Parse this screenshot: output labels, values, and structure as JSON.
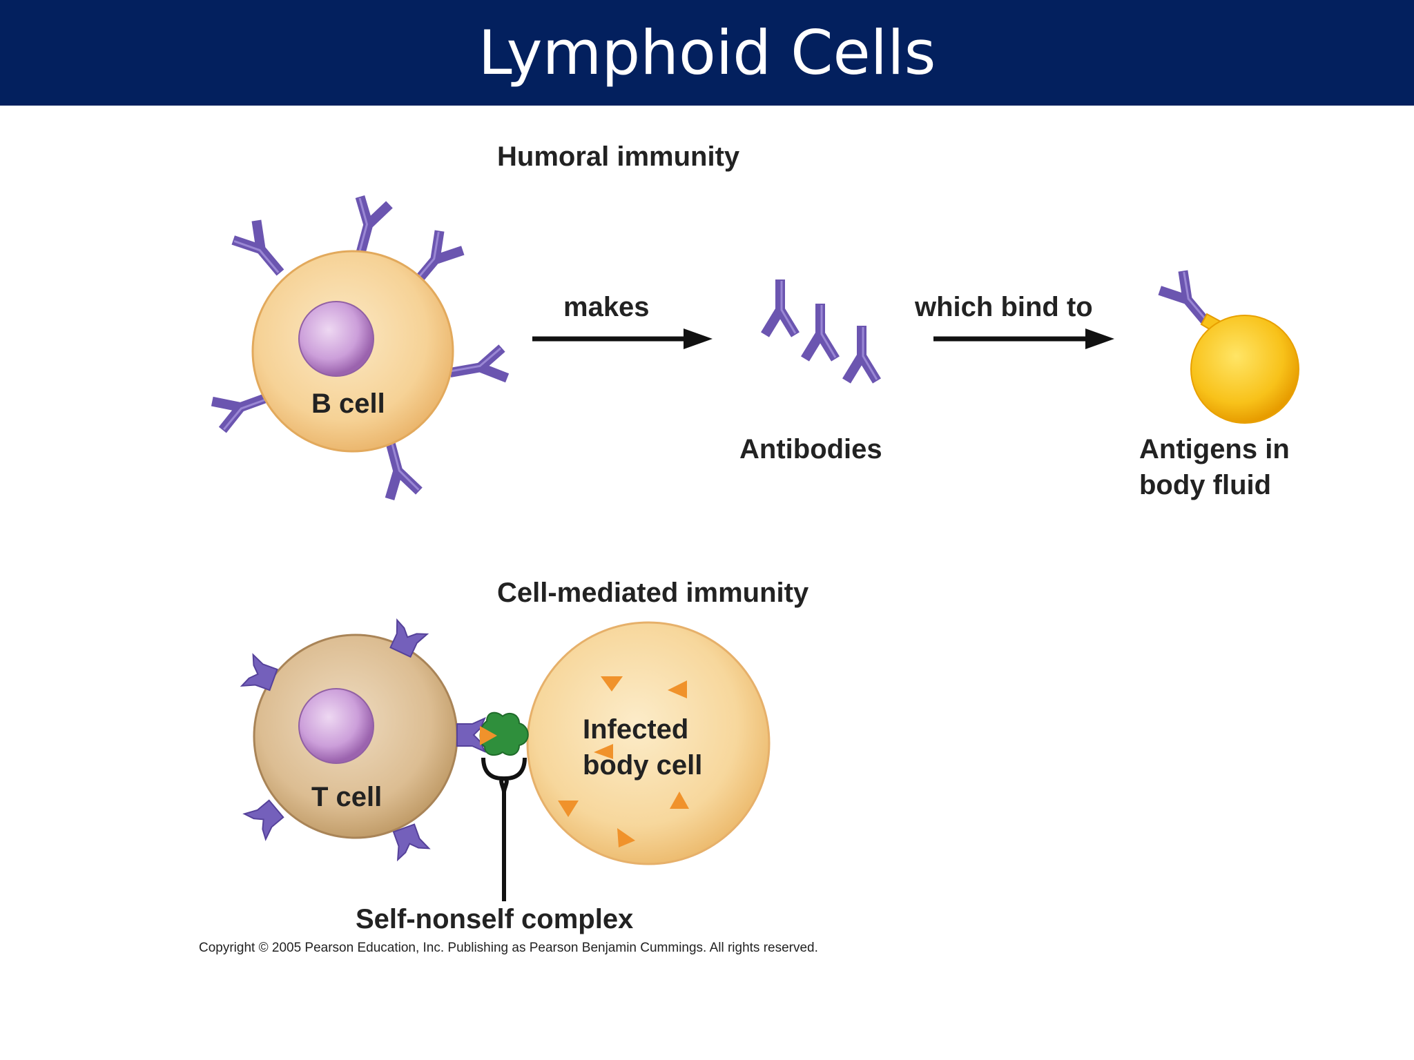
{
  "slide": {
    "title": "Lymphoid Cells"
  },
  "humoral": {
    "heading": "Humoral immunity",
    "b_cell_label": "B cell",
    "arrow1_label": "makes",
    "antibodies_label": "Antibodies",
    "arrow2_label": "which bind to",
    "antigen_label_line1": "Antigens in",
    "antigen_label_line2": "body fluid"
  },
  "cell_mediated": {
    "heading": "Cell-mediated immunity",
    "t_cell_label": "T cell",
    "infected_label_line1": "Infected",
    "infected_label_line2": "body cell",
    "complex_label": "Self-nonself complex"
  },
  "copyright": "Copyright ©  2005 Pearson Education, Inc. Publishing as Pearson Benjamin Cummings. All rights reserved.",
  "colors": {
    "title_bar": "#03205e",
    "receptor_purple": "#6b55b0",
    "nucleus_purple": "#c79ad6",
    "b_cell_fill": "#f5cf8c",
    "t_cell_fill": "#d6b487",
    "antigen_yellow": "#f5b400",
    "infected_cell_fill": "#f6d394",
    "antigen_fragment_orange": "#f0922b",
    "mhc_green": "#2f8f3c"
  }
}
